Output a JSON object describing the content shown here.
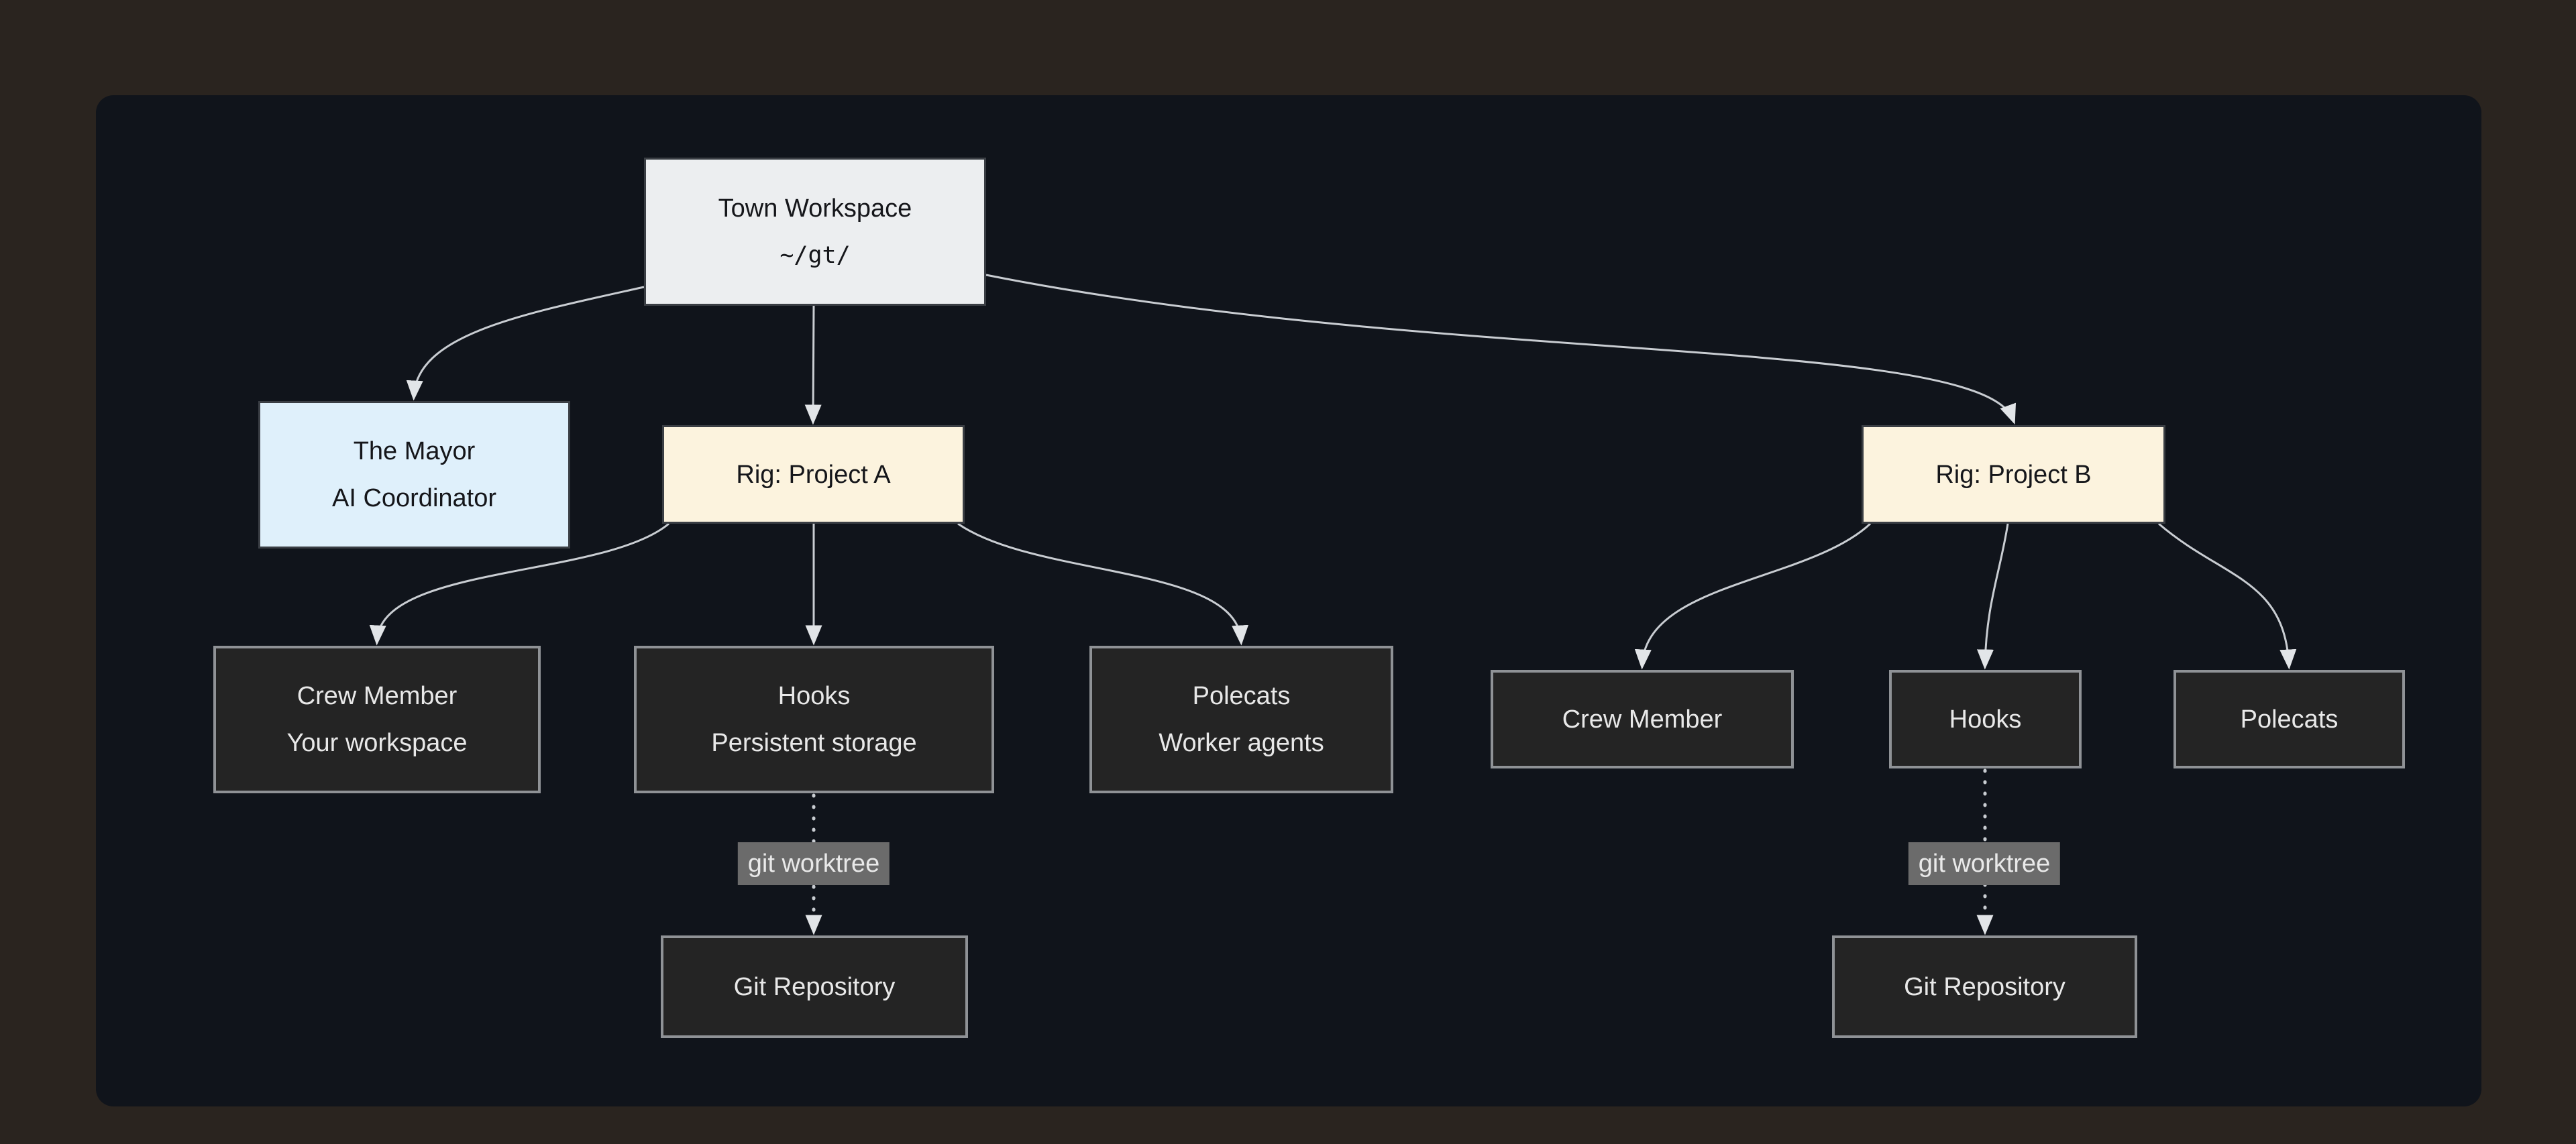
{
  "colors": {
    "bg-outer": "#2a241f",
    "bg-panel": "#10141b",
    "edge-line": "#c9cdd2",
    "arrow-fill": "#e2e5e8",
    "node-dark-fill": "#242424",
    "node-dark-border": "#8f9296",
    "node-dark-text": "#e8e8e8",
    "node-town-fill": "#eceef0",
    "node-blue-fill": "#dff0fb",
    "node-cream-fill": "#fcf3de",
    "node-light-border": "#3a3e44",
    "node-light-text": "#15161a",
    "edge-label-bg": "#6b6b6b",
    "edge-label-text": "#e9e9e9"
  },
  "diagram": {
    "nodes": {
      "town": {
        "line1": "Town Workspace",
        "line2": "~/gt/"
      },
      "mayor": {
        "line1": "The Mayor",
        "line2": "AI Coordinator"
      },
      "rig_a": {
        "line1": "Rig: Project A"
      },
      "crew_a": {
        "line1": "Crew Member",
        "line2": "Your workspace"
      },
      "hooks_a": {
        "line1": "Hooks",
        "line2": "Persistent storage"
      },
      "polecats_a": {
        "line1": "Polecats",
        "line2": "Worker agents"
      },
      "git_repo_a": {
        "line1": "Git Repository"
      },
      "rig_b": {
        "line1": "Rig: Project B"
      },
      "crew_b": {
        "line1": "Crew Member"
      },
      "hooks_b": {
        "line1": "Hooks"
      },
      "polecats_b": {
        "line1": "Polecats"
      },
      "git_repo_b": {
        "line1": "Git Repository"
      }
    },
    "edge_labels": {
      "worktree_a": "git worktree",
      "worktree_b": "git worktree"
    },
    "edges": [
      {
        "from": "town",
        "to": "mayor",
        "style": "solid"
      },
      {
        "from": "town",
        "to": "rig_a",
        "style": "solid"
      },
      {
        "from": "town",
        "to": "rig_b",
        "style": "solid"
      },
      {
        "from": "rig_a",
        "to": "crew_a",
        "style": "solid"
      },
      {
        "from": "rig_a",
        "to": "hooks_a",
        "style": "solid"
      },
      {
        "from": "rig_a",
        "to": "polecats_a",
        "style": "solid"
      },
      {
        "from": "rig_b",
        "to": "crew_b",
        "style": "solid"
      },
      {
        "from": "rig_b",
        "to": "hooks_b",
        "style": "solid"
      },
      {
        "from": "rig_b",
        "to": "polecats_b",
        "style": "solid"
      },
      {
        "from": "hooks_a",
        "to": "git_repo_a",
        "style": "dotted",
        "label": "git worktree"
      },
      {
        "from": "hooks_b",
        "to": "git_repo_b",
        "style": "dotted",
        "label": "git worktree"
      }
    ]
  }
}
